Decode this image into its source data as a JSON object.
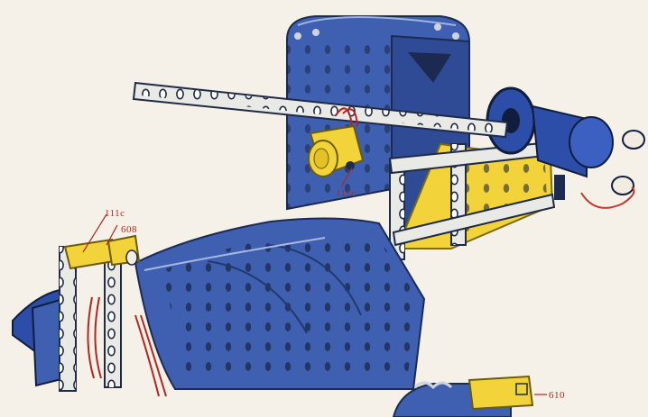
{
  "diagram": {
    "callouts": {
      "a": "111c",
      "b": "608",
      "c": "111c",
      "d": "610"
    },
    "colors": {
      "background": "#f5f1e8",
      "blue_plate": "#3f5fb0",
      "blue_dark": "#25407f",
      "strip": "#e9e9e6",
      "strip_edge": "#8f8f8f",
      "yellow": "#f2d43a",
      "callout_red": "#b3261e"
    }
  }
}
